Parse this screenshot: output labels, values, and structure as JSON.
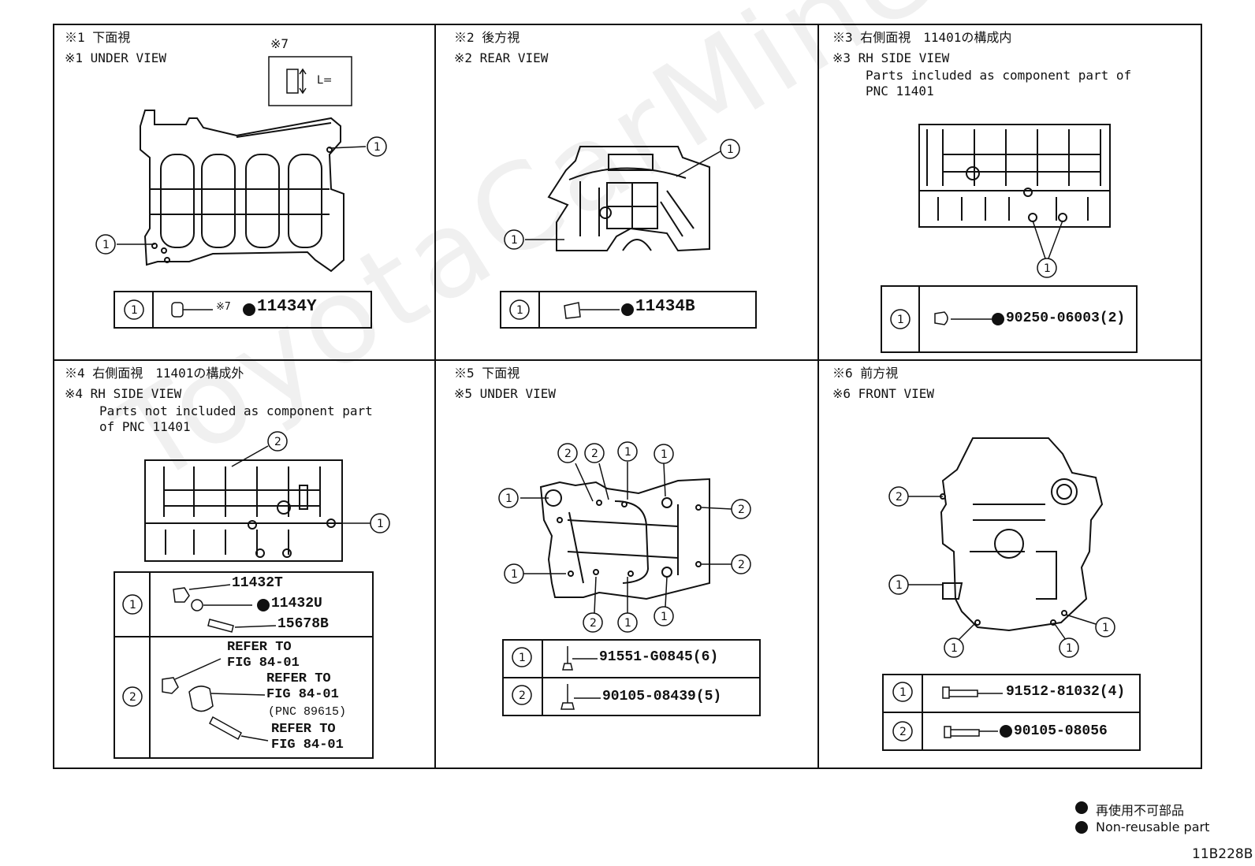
{
  "watermark": "ToyotaCarMine.ru",
  "panels": [
    {
      "jp_title": "※1 下面視",
      "en_title": "※1 UNDER VIEW",
      "note_marker": "※7",
      "note_label": "L=",
      "callouts": [
        "1",
        "1"
      ],
      "table": [
        {
          "num": "1",
          "prefix": "※7",
          "part": "11434Y",
          "nonreusable": true
        }
      ]
    },
    {
      "jp_title": "※2 後方視",
      "en_title": "※2 REAR VIEW",
      "callouts": [
        "1",
        "1"
      ],
      "table": [
        {
          "num": "1",
          "part": "11434B",
          "nonreusable": true
        }
      ]
    },
    {
      "jp_title": "※3 右側面視　11401の構成内",
      "en_title": "※3 RH SIDE VIEW",
      "desc": [
        "Parts included as component part of",
        "PNC 11401"
      ],
      "callouts": [
        "1"
      ],
      "table": [
        {
          "num": "1",
          "part": "90250-06003(2)",
          "nonreusable": true
        }
      ]
    },
    {
      "jp_title": "※4 右側面視　11401の構成外",
      "en_title": "※4 RH SIDE VIEW",
      "desc": [
        "Parts not included as component part",
        "of PNC 11401"
      ],
      "callouts": [
        "2",
        "1"
      ],
      "table": [
        {
          "num": "1",
          "parts": [
            {
              "part": "11432T",
              "nonreusable": false
            },
            {
              "part": "11432U",
              "nonreusable": true
            },
            {
              "part": "15678B",
              "nonreusable": false
            }
          ]
        },
        {
          "num": "2",
          "refs": [
            "REFER TO",
            "FIG 84-01",
            "REFER TO",
            "FIG 84-01",
            "(PNC 89615)",
            "REFER TO",
            "FIG 84-01"
          ]
        }
      ]
    },
    {
      "jp_title": "※5 下面視",
      "en_title": "※5 UNDER VIEW",
      "callouts": [
        "2",
        "2",
        "1",
        "1",
        "1",
        "2",
        "1",
        "2",
        "2",
        "1",
        "1"
      ],
      "table": [
        {
          "num": "1",
          "part": "91551-G0845(6)",
          "nonreusable": false
        },
        {
          "num": "2",
          "part": "90105-08439(5)",
          "nonreusable": false
        }
      ]
    },
    {
      "jp_title": "※6 前方視",
      "en_title": "※6 FRONT VIEW",
      "callouts": [
        "2",
        "1",
        "1",
        "1",
        "1"
      ],
      "table": [
        {
          "num": "1",
          "part": "91512-81032(4)",
          "nonreusable": false
        },
        {
          "num": "2",
          "part": "90105-08056",
          "nonreusable": true
        }
      ]
    }
  ],
  "legend": {
    "jp": "再使用不可部品",
    "en": "Non-reusable part"
  },
  "figure_code": "11B228B"
}
